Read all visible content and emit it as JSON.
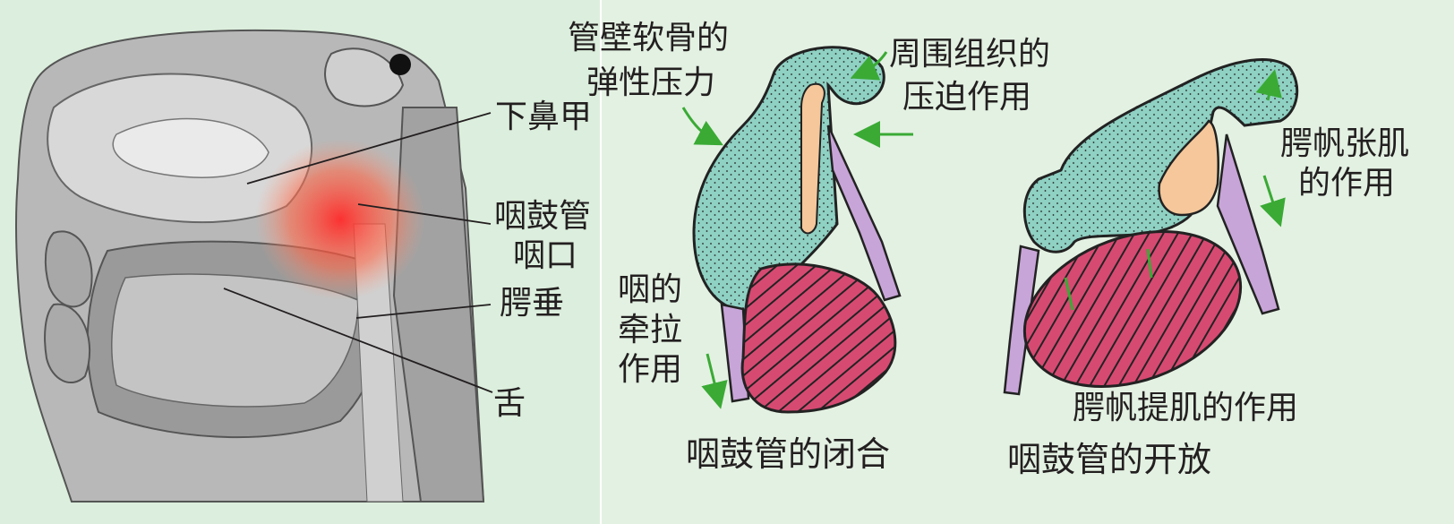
{
  "left_panel": {
    "labels": {
      "inferior_turbinate": "下鼻甲",
      "eustachian_opening_line1": "咽鼓管",
      "eustachian_opening_line2": "咽口",
      "uvula": "腭垂",
      "tongue": "舌"
    }
  },
  "closure_panel": {
    "caption": "咽鼓管的闭合",
    "cartilage_pressure_line1": "管壁软骨的",
    "cartilage_pressure_line2": "弹性压力",
    "tissue_compression_line1": "周围组织的",
    "tissue_compression_line2": "压迫作用",
    "pharynx_pull_line1": "咽的",
    "pharynx_pull_line2": "牵拉",
    "pharynx_pull_line3": "作用"
  },
  "opening_panel": {
    "caption": "咽鼓管的开放",
    "tensor_line1": "腭帆张肌",
    "tensor_line2": "的作用",
    "levator": "腭帆提肌的作用"
  },
  "colors": {
    "panel_bg": "#dceedd",
    "cartilage": "#8fd1c3",
    "muscle": "#d64a72",
    "tube_muscle": "#c8a5d8",
    "arrow": "#3aaa35",
    "lumen": "#f5c79a"
  }
}
